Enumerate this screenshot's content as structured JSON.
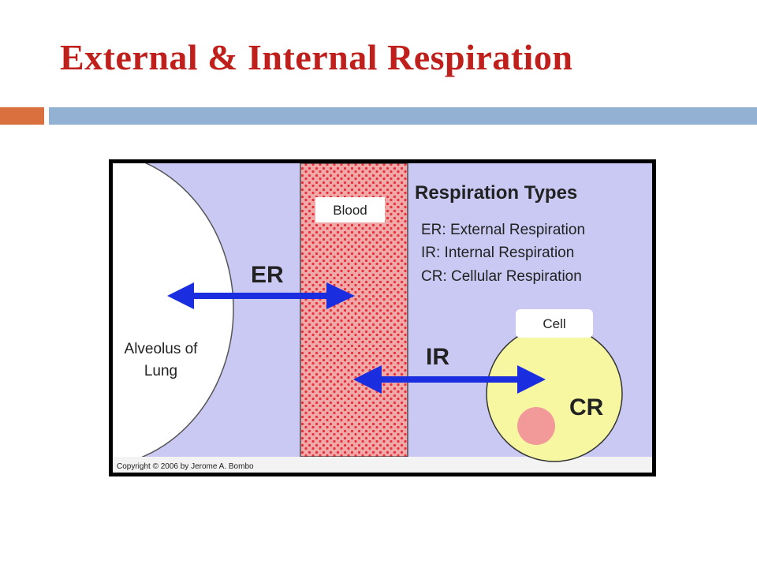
{
  "slide": {
    "title": "External & Internal Respiration"
  },
  "diagram": {
    "blood_label": "Blood",
    "legend": {
      "title": "Respiration Types",
      "items": [
        "ER: External Respiration",
        "IR: Internal Respiration",
        "CR: Cellular Respiration"
      ]
    },
    "er_label": "ER",
    "ir_label": "IR",
    "cr_label": "CR",
    "cell_label": "Cell",
    "alveolus_label_line1": "Alveolus of",
    "alveolus_label_line2": "Lung",
    "copyright": "Copyright © 2006 by Jerome A. Bombo"
  },
  "colors": {
    "title": "#c0201c",
    "accent_orange": "#d9703e",
    "accent_blue": "#93b2d3",
    "diagram_background": "#c9c9f4",
    "blood": "#f0a9a9",
    "blood_dots": "#e8303a",
    "arrow": "#1a2ee0",
    "cell": "#f7f7a2",
    "nucleus": "#f29a9a"
  }
}
